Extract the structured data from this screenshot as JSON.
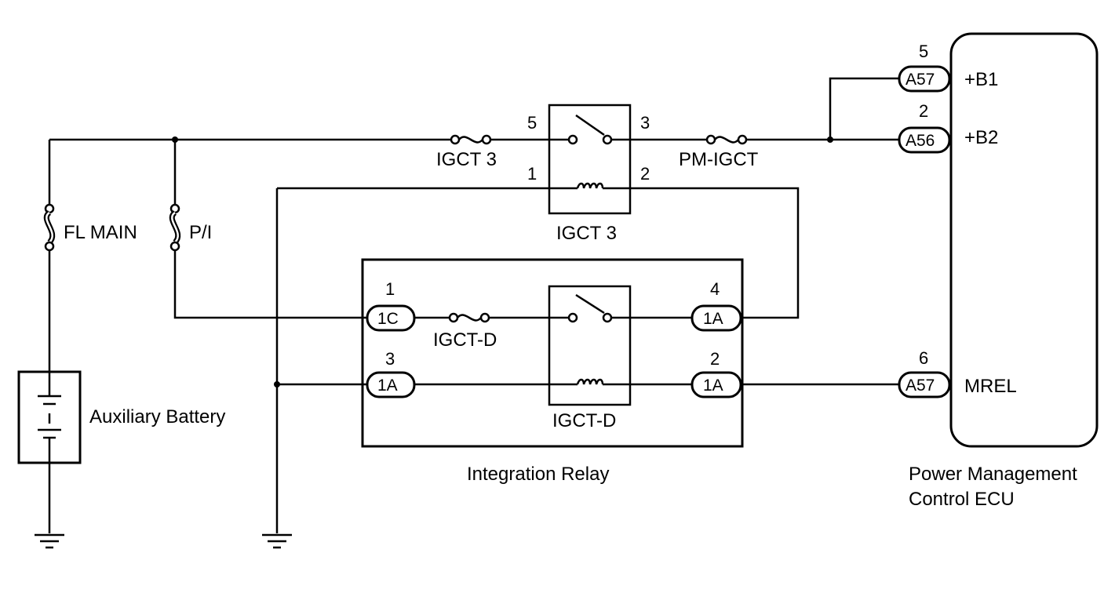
{
  "left": {
    "fuse_fl_main": "FL MAIN",
    "fuse_pi": "P/I",
    "battery": "Auxiliary Battery"
  },
  "top_relay": {
    "fuse_in": "IGCT 3",
    "fuse_out": "PM-IGCT",
    "relay_label": "IGCT 3",
    "pin_5": "5",
    "pin_3": "3",
    "pin_1": "1",
    "pin_2": "2"
  },
  "integration_relay": {
    "label": "Integration Relay",
    "fuse": "IGCT-D",
    "relay_label": "IGCT-D",
    "c1": {
      "pin": "1",
      "conn": "1C"
    },
    "c3": {
      "pin": "3",
      "conn": "1A"
    },
    "c4": {
      "pin": "4",
      "conn": "1A"
    },
    "c2": {
      "pin": "2",
      "conn": "1A"
    }
  },
  "ecu": {
    "label_line1": "Power Management",
    "label_line2": "Control ECU",
    "terminals": [
      {
        "pin": "5",
        "conn": "A57",
        "name": "+B1"
      },
      {
        "pin": "2",
        "conn": "A56",
        "name": "+B2"
      },
      {
        "pin": "6",
        "conn": "A57",
        "name": "MREL"
      }
    ]
  }
}
